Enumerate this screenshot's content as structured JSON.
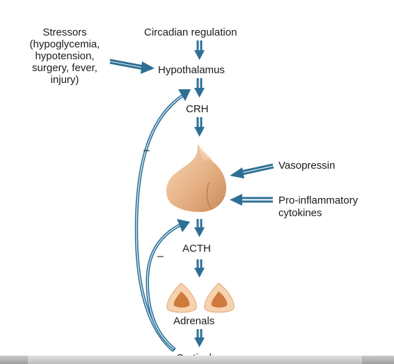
{
  "labels": {
    "stressors_title": "Stressors",
    "stressors_lines": [
      "(hypoglycemia,",
      "hypotension,",
      "surgery, fever,",
      "injury)"
    ],
    "circadian": "Circadian regulation",
    "hypothalamus": "Hypothalamus",
    "crh": "CRH",
    "vasopressin": "Vasopressin",
    "proinflammatory_line1": "Pro-inflammatory",
    "proinflammatory_line2": "cytokines",
    "acth": "ACTH",
    "adrenals": "Adrenals",
    "cortisol": "Cortisol",
    "feedback_sign": "–"
  },
  "colors": {
    "arrow": "#2e6f95",
    "arrow_highlight": "#d6ebf7",
    "pituitary": "#e9b98c",
    "pituitary_shadow": "#c9855a",
    "adrenal_outer": "#f6d2ae",
    "adrenal_inner": "#cf7a3d"
  }
}
